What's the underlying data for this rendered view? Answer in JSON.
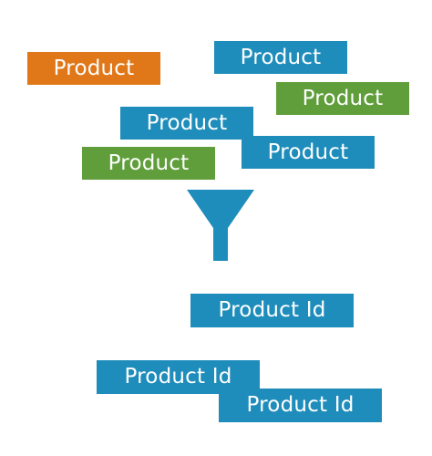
{
  "colors": {
    "orange": "#E07819",
    "blue": "#1F8DBB",
    "green": "#5F9E3A"
  },
  "top_products": [
    {
      "label": "Product",
      "color": "orange"
    },
    {
      "label": "Product",
      "color": "blue"
    },
    {
      "label": "Product",
      "color": "green"
    },
    {
      "label": "Product",
      "color": "blue"
    },
    {
      "label": "Product",
      "color": "blue"
    },
    {
      "label": "Product",
      "color": "green"
    }
  ],
  "funnel": {
    "icon": "funnel-icon",
    "color": "blue"
  },
  "bottom_ids": [
    {
      "label": "Product Id",
      "color": "blue"
    },
    {
      "label": "Product Id",
      "color": "blue"
    },
    {
      "label": "Product Id",
      "color": "blue"
    }
  ]
}
